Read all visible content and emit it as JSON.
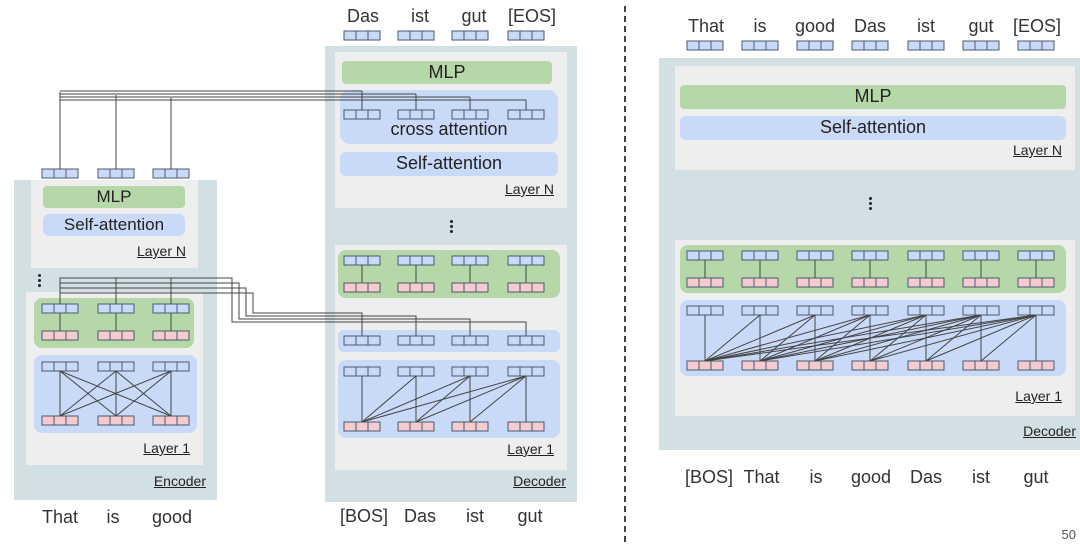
{
  "left": {
    "encoder": {
      "mlp_label": "MLP",
      "self_attention_label": "Self-attention",
      "layer_n_label": "Layer N",
      "layer_1_label": "Layer 1",
      "block_label": "Encoder",
      "tokens": [
        "That",
        "is",
        "good"
      ]
    },
    "decoder": {
      "output_tokens": [
        "Das",
        "ist",
        "gut",
        "[EOS]"
      ],
      "mlp_label": "MLP",
      "cross_attention_label": "cross attention",
      "self_attention_label": "Self-attention",
      "layer_n_label": "Layer N",
      "layer_1_label": "Layer 1",
      "block_label": "Decoder",
      "input_tokens": [
        "[BOS]",
        "Das",
        "ist",
        "gut"
      ]
    }
  },
  "right": {
    "output_tokens": [
      "That",
      "is",
      "good",
      "Das",
      "ist",
      "gut",
      "[EOS]"
    ],
    "mlp_label": "MLP",
    "self_attention_label": "Self-attention",
    "layer_n_label": "Layer N",
    "layer_1_label": "Layer 1",
    "block_label": "Decoder",
    "input_tokens": [
      "[BOS]",
      "That",
      "is",
      "good",
      "Das",
      "ist",
      "gut"
    ]
  },
  "colors": {
    "blue_vector_fill": "#c9daf8",
    "pink_vector_fill": "#f4ccd0",
    "mlp_green": "#b6d7a8",
    "attention_blue": "#c9daf8",
    "outer_block": "#d2dfe3",
    "layer_gray": "#eeeeee",
    "wire": "#444444"
  },
  "page_number": "50"
}
